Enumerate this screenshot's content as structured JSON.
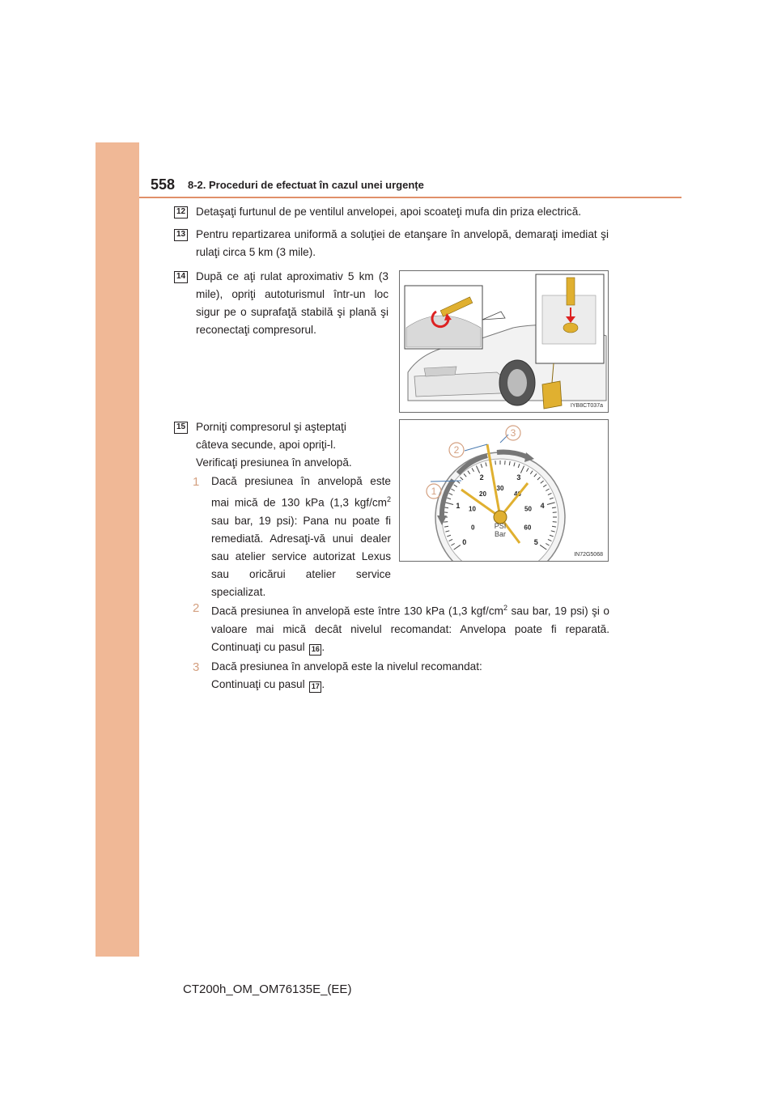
{
  "header": {
    "page_number": "558",
    "section_title": "8-2. Proceduri de efectuat în cazul unei urgențe"
  },
  "steps": {
    "s12": {
      "badge": "12",
      "text": "Detaşaţi furtunul de pe ventilul anvelopei, apoi scoateţi mufa din priza electrică."
    },
    "s13": {
      "badge": "13",
      "text": "Pentru repartizarea uniformă a soluţiei de etanşare în anvelopă, demaraţi imediat şi rulaţi circa 5 km (3 mile)."
    },
    "s14": {
      "badge": "14",
      "text": "După ce aţi rulat aproximativ 5 km (3 mile), opriţi autoturismul într-un loc sigur pe o suprafaţă stabilă şi plană şi reconectaţi compresorul."
    },
    "s15": {
      "badge": "15",
      "line1": "Porniţi compresorul şi aşteptaţi",
      "line2": "câteva secunde, apoi opriţi-l.",
      "line3": "Verificaţi presiunea în anvelopă."
    }
  },
  "conditions": {
    "c1": {
      "num": "1",
      "text_a": "Dacă presiunea în anvelopă este mai mică de 130 kPa (1,3 kgf/cm",
      "sup": "2",
      "text_b": " sau bar, 19 psi): Pana nu poate fi remediată. Adresaţi-vă unui dealer sau atelier service autorizat Lexus sau oricărui atelier service specializat."
    },
    "c2": {
      "num": "2",
      "text_a": "Dacă presiunea în anvelopă este între 130 kPa (1,3 kgf/cm",
      "sup": "2",
      "text_b": " sau bar, 19 psi) şi o valoare mai mică decât nivelul recomandat: Anvelopa poate fi reparată. Continuaţi cu pasul",
      "badge": "16",
      "end": "."
    },
    "c3": {
      "num": "3",
      "line1": "Dacă presiunea în anvelopă este la nivelul recomandat:",
      "line2": "Continuaţi cu pasul",
      "badge": "17",
      "end": "."
    }
  },
  "figures": {
    "car": {
      "code": "IYB8CT037a"
    },
    "gauge": {
      "code": "IN72G5068",
      "callouts": [
        "1",
        "2",
        "3"
      ],
      "bar_ticks": [
        "0",
        "1",
        "2",
        "3",
        "4",
        "5"
      ],
      "kpa_ticks": [
        "0",
        "10",
        "20",
        "30",
        "40",
        "50",
        "60"
      ],
      "unit_psi": "PSI",
      "unit_bar": "Bar"
    }
  },
  "footer": {
    "code": "CT200h_OM_OM76135E_(EE)"
  }
}
